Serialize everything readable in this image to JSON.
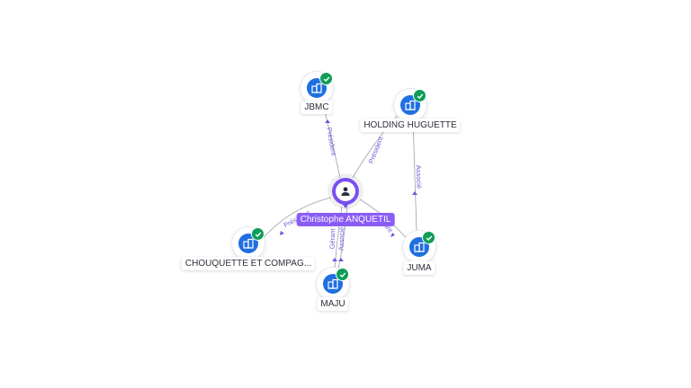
{
  "person": {
    "name": "Christophe ANQUETIL",
    "icon": "person-icon",
    "color": "#7b4ef0"
  },
  "companies": {
    "jbmc": {
      "name": "JBMC",
      "icon": "building-icon",
      "status_icon": "check-icon"
    },
    "holding": {
      "name": "HOLDING HUGUETTE",
      "icon": "building-icon",
      "status_icon": "check-icon"
    },
    "chouquette": {
      "name": "CHOUQUETTE ET COMPAG...",
      "icon": "building-icon",
      "status_icon": "check-icon"
    },
    "maju": {
      "name": "MAJU",
      "icon": "building-icon",
      "status_icon": "check-icon"
    },
    "juma": {
      "name": "JUMA",
      "icon": "building-icon",
      "status_icon": "check-icon"
    }
  },
  "edges": {
    "jbmc": "Président",
    "holding": "Président",
    "chouquette": "Président",
    "maju_1": "Gérant",
    "maju_2": "Associé",
    "juma": "Gérant",
    "holding_juma": "Associé"
  },
  "colors": {
    "company": "#1f6fe0",
    "verified": "#0f9d58",
    "edge_text": "#6b5bd6",
    "edge_line": "#9aa0ad"
  }
}
